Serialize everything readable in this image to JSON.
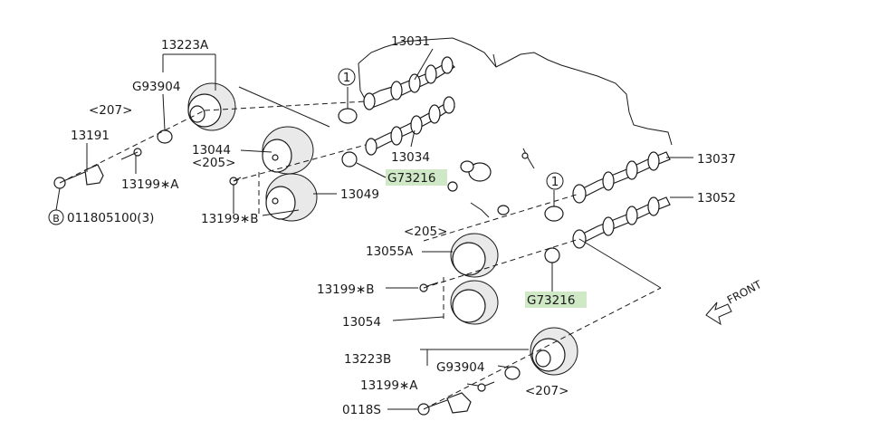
{
  "labels": {
    "p13223A": "13223A",
    "pG93904_top": "G93904",
    "p207_top": "<207>",
    "p13191": "13191",
    "p13199A_top": "13199∗A",
    "p011805100": "011805100(3)",
    "b_circle": "B",
    "p13044": "13044",
    "p205_top": "<205>",
    "p13199B_top": "13199∗B",
    "p13049": "13049",
    "p13031": "13031",
    "p13034": "13034",
    "p13037": "13037",
    "p13052": "13052",
    "pG73216_top": "G73216",
    "pG73216_bottom": "G73216",
    "p205_mid": "<205>",
    "p13055A": "13055A",
    "p13199B_mid": "13199∗B",
    "p13054": "13054",
    "p13223B": "13223B",
    "pG93904_bottom": "G93904",
    "p13199A_bottom": "13199∗A",
    "p207_bottom": "<207>",
    "p0118S": "0118S",
    "circle1_top": "1",
    "circle1_right": "1",
    "front": "FRONT"
  },
  "colors": {
    "highlight": "#cfe8c6",
    "ink": "#1a1a1a"
  }
}
